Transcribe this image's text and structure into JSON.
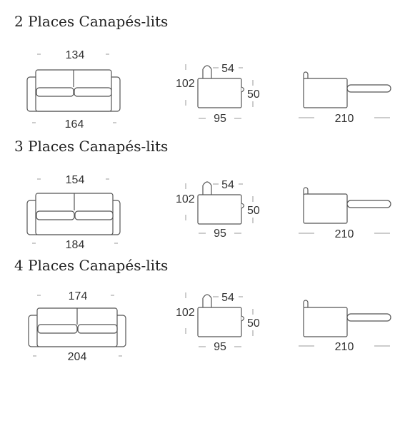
{
  "sections": [
    {
      "title": "2 Places Canapés-lits",
      "front": {
        "seat_width": "134",
        "total_width": "164"
      },
      "side": {
        "depth_top": "54",
        "height": "102",
        "seat_height": "50",
        "depth": "95"
      },
      "open": {
        "open_length": "210"
      }
    },
    {
      "title": "3 Places Canapés-lits",
      "front": {
        "seat_width": "154",
        "total_width": "184"
      },
      "side": {
        "depth_top": "54",
        "height": "102",
        "seat_height": "50",
        "depth": "95"
      },
      "open": {
        "open_length": "210"
      }
    },
    {
      "title": "4 Places Canapés-lits",
      "front": {
        "seat_width": "174",
        "total_width": "204"
      },
      "side": {
        "depth_top": "54",
        "height": "102",
        "seat_height": "50",
        "depth": "95"
      },
      "open": {
        "open_length": "210"
      }
    }
  ],
  "colors": {
    "line": "#555555",
    "text": "#333333",
    "background": "#ffffff"
  }
}
